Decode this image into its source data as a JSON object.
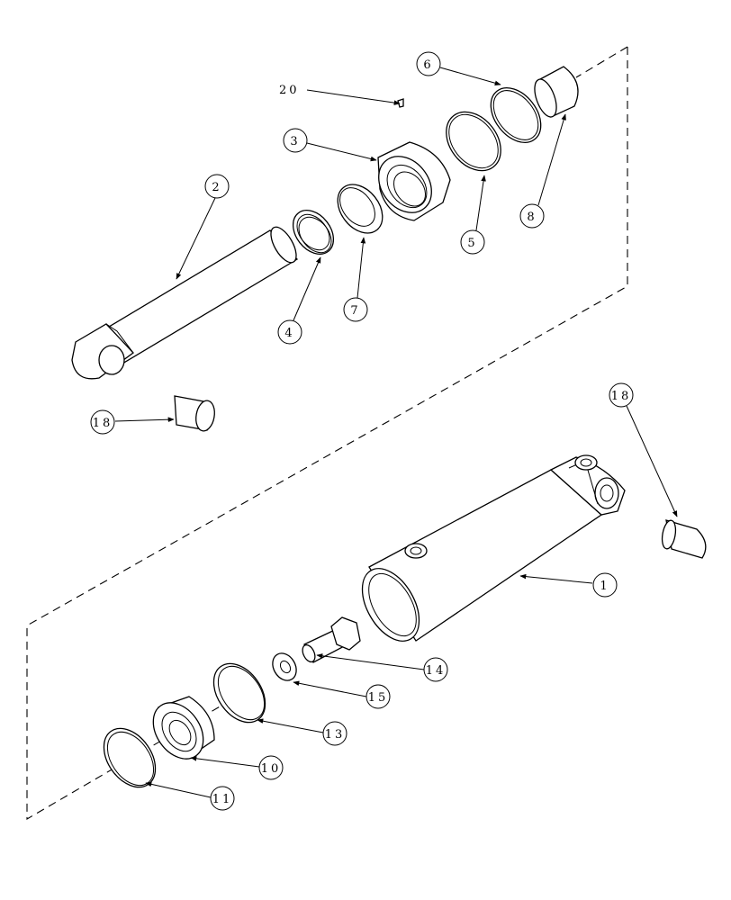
{
  "callouts": {
    "c1": "1",
    "c2": "2",
    "c3": "3",
    "c4": "4",
    "c5": "5",
    "c6": "6",
    "c7": "7",
    "c8": "8",
    "c10": "10",
    "c11": "11",
    "c13": "13",
    "c14": "14",
    "c15": "15",
    "c18a": "18",
    "c18b": "18",
    "c20": "20"
  },
  "colors": {
    "line": "#000000",
    "background": "#ffffff"
  }
}
